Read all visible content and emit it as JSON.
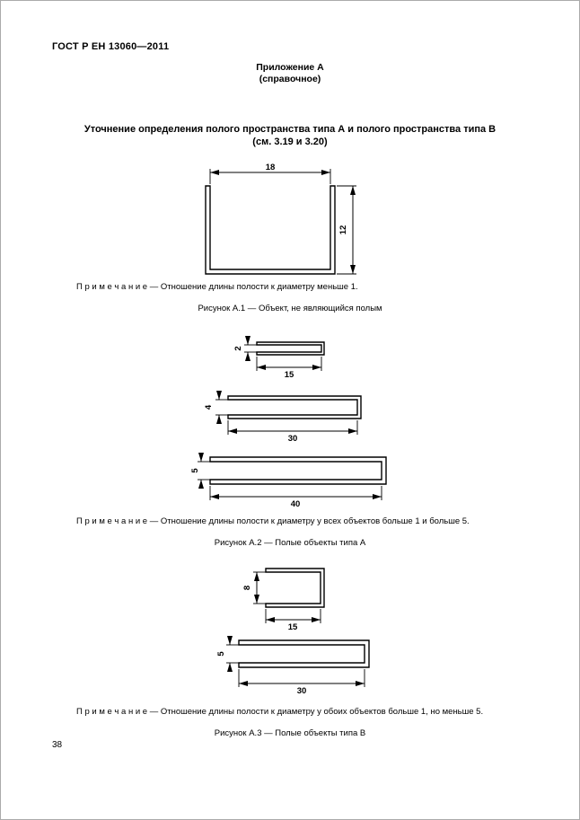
{
  "page": {
    "header": "ГОСТ Р ЕН 13060—2011",
    "appendix": {
      "title": "Приложение А",
      "subtitle": "(справочное)"
    },
    "main_title": {
      "line1": "Уточнение определения полого пространства типа А и полого пространства типа В",
      "line2": "(см. 3.19 и 3.20)"
    },
    "page_number": "38"
  },
  "figure_a1": {
    "dims": {
      "width": "18",
      "height": "12"
    },
    "note": "П р и м е ч а н и е — Отношение длины полости к диаметру меньше 1.",
    "caption": "Рисунок А.1 — Объект, не являющийся полым"
  },
  "figure_a2": {
    "objects": [
      {
        "dim_height": "2",
        "dim_length": "15"
      },
      {
        "dim_height": "4",
        "dim_length": "30"
      },
      {
        "dim_height": "5",
        "dim_length": "40"
      }
    ],
    "note": "П р и м е ч а н и е — Отношение длины полости к диаметру у всех объектов больше 1 и больше 5.",
    "caption": "Рисунок  А.2 — Полые объекты типа А"
  },
  "figure_a3": {
    "objects": [
      {
        "dim_height": "8",
        "dim_length": "15"
      },
      {
        "dim_height": "5",
        "dim_length": "30"
      }
    ],
    "note": "П р и м е ч а н и е — Отношение длины полости к диаметру у обоих объектов больше 1, но меньше 5.",
    "caption": "Рисунок  А.3 — Полые объекты типа В"
  }
}
